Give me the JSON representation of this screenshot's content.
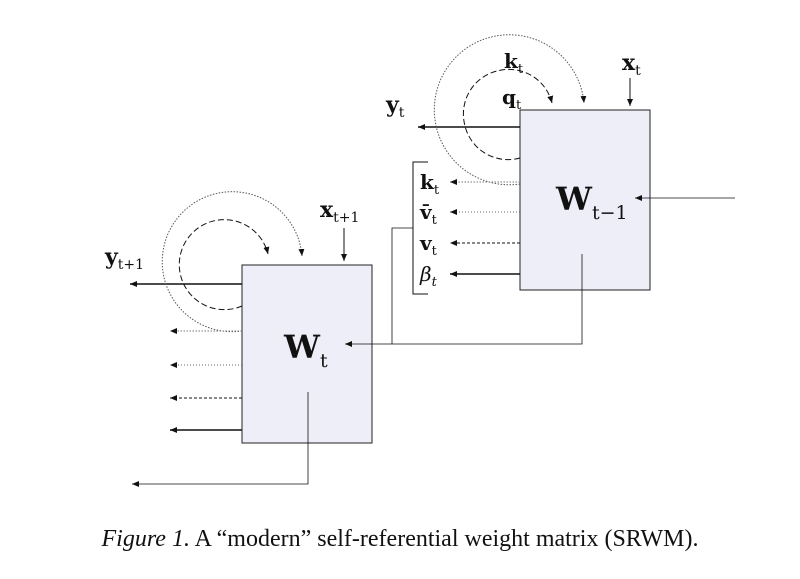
{
  "figure": {
    "caption_label": "Figure 1.",
    "caption_text": "A “modern” self-referential weight matrix (SRWM).",
    "box_left": {
      "main": "W",
      "sub": "t"
    },
    "box_right": {
      "main": "W",
      "sub": "t−1"
    },
    "labels": {
      "x_t": {
        "main": "x",
        "sub": "t"
      },
      "x_t1": {
        "main": "x",
        "sub": "t+1"
      },
      "y_t": {
        "main": "y",
        "sub": "t"
      },
      "y_t1": {
        "main": "y",
        "sub": "t+1"
      },
      "k_top": {
        "main": "k",
        "sub": "t"
      },
      "q_top": {
        "main": "q",
        "sub": "t"
      },
      "k_out": {
        "main": "k",
        "sub": "t"
      },
      "vbar_out": {
        "main": "v̄",
        "sub": "t"
      },
      "v_out": {
        "main": "v",
        "sub": "t"
      },
      "beta_out": {
        "main": "β",
        "sub": "t"
      }
    }
  }
}
